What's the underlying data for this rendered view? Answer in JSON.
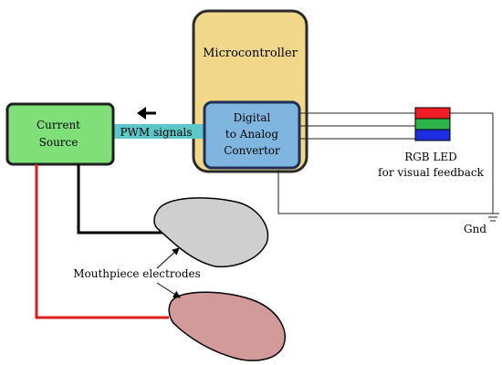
{
  "diagram": {
    "microcontroller": {
      "label": "Microcontroller",
      "fill": "#f0d78a",
      "stroke": "#2a2a2a"
    },
    "dac": {
      "lines": [
        "Digital",
        "to Analog",
        "Convertor"
      ],
      "fill": "#7fb6e0",
      "stroke": "#1f2f55"
    },
    "current_source": {
      "lines": [
        "Current",
        "Source"
      ],
      "fill": "#7fe07a",
      "stroke": "#1f1f1f"
    },
    "pwm": {
      "label": "PWM signals",
      "fill": "#5cc7c8"
    },
    "rgb_led": {
      "colors": [
        "#ee1c24",
        "#2db34a",
        "#1c2ee0"
      ],
      "lines": [
        "RGB LED",
        "for visual feedback"
      ]
    },
    "ground": {
      "label": "Gnd"
    },
    "electrodes": {
      "label": "Mouthpiece electrodes",
      "top_fill": "#cfcfcf",
      "bottom_fill": "#d39a9a"
    },
    "wires": {
      "negative": "#000000",
      "positive": "#e01b1b"
    }
  }
}
